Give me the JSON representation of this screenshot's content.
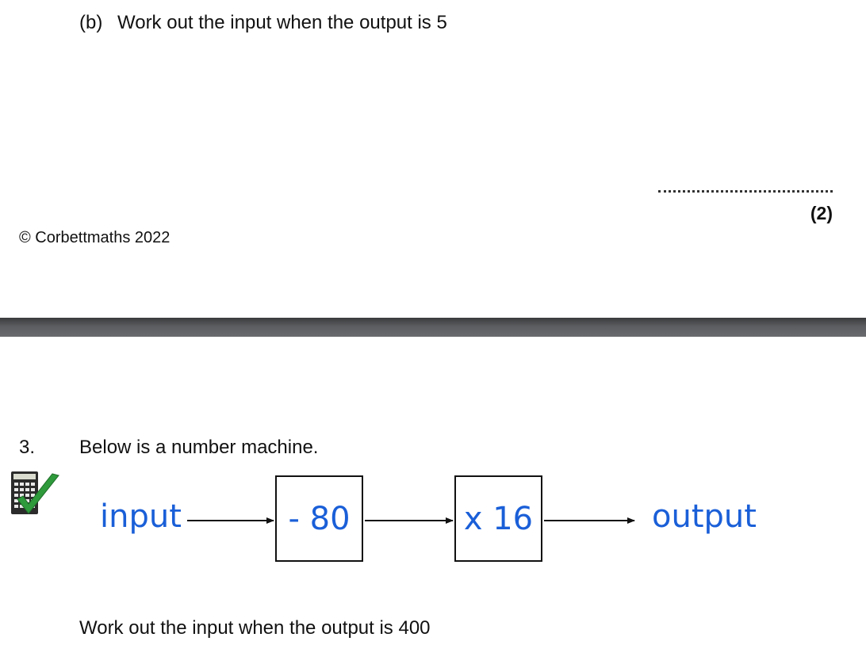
{
  "question_2b": {
    "label": "(b)",
    "text": "Work out the input when the output is 5",
    "marks": "(2)"
  },
  "footer": {
    "copyright": "© Corbettmaths 2022"
  },
  "question_3": {
    "number": "3.",
    "intro": "Below is a number machine.",
    "calculator_allowed": true,
    "machine": {
      "input_label": "input",
      "step1": "- 80",
      "step2": "x 16",
      "output_label": "output"
    },
    "prompt": "Work out the input when the output is 400"
  }
}
